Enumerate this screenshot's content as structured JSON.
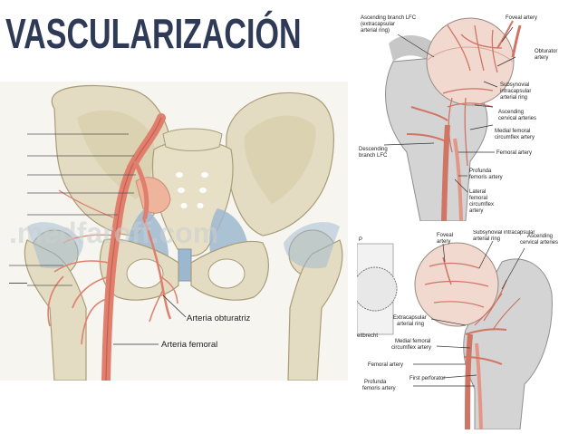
{
  "title": "VASCULARIZACIÓN",
  "watermark": ".medfaroff.com",
  "pelvis_figure": {
    "labels": {
      "obturator": "Arteria obturatriz",
      "femoral": "Arteria femoral"
    }
  },
  "hip_figure_top": {
    "labels": {
      "ascending_branch": "Ascending branch LFC",
      "ascending_branch_2": "(extracapsular",
      "ascending_branch_3": "arterial ring)",
      "foveal": "Foveal artery",
      "obturator": "Obturator",
      "obturator_2": "artery",
      "subsynovial": "Subsynovial",
      "subsynovial_2": "intracapsular",
      "subsynovial_3": "arterial ring",
      "ascending_cervical": "Ascending",
      "ascending_cervical_2": "cervical arteries",
      "medial_femoral": "Medial femoral",
      "medial_femoral_2": "circumflex artery",
      "descending": "Descending",
      "descending_2": "branch LFC",
      "femoral": "Femoral artery",
      "profunda": "Profunda",
      "profunda_2": "femoris artery",
      "lateral": "Lateral",
      "lateral_2": "femoral",
      "lateral_3": "circumflex",
      "lateral_4": "artery"
    }
  },
  "hip_figure_bottom": {
    "labels": {
      "foveal": "Foveal",
      "foveal_2": "artery",
      "subsynovial": "Subsynovial intracapsular",
      "subsynovial_2": "arterial ring",
      "ascending": "Ascending",
      "ascending_2": "cervical arteries",
      "extracapsular": "Extracapsular",
      "extracapsular_2": "arterial ring",
      "medial": "Medial femoral",
      "medial_2": "circumflex artery",
      "femoral": "Femoral artery",
      "first_perforator": "First perforator",
      "profunda": "Profunda",
      "profunda_2": "femoris artery",
      "side_p": "P",
      "side_weitbrecht": "eitbrecht"
    }
  },
  "colors": {
    "title": "#2f3a57",
    "bone": "#e3dcc2",
    "bone_shadow": "#c7bd9c",
    "artery": "#e07f6e",
    "artery_dark": "#b8483d",
    "ligament": "#9db7cf",
    "cartilage": "#efc9b8"
  }
}
